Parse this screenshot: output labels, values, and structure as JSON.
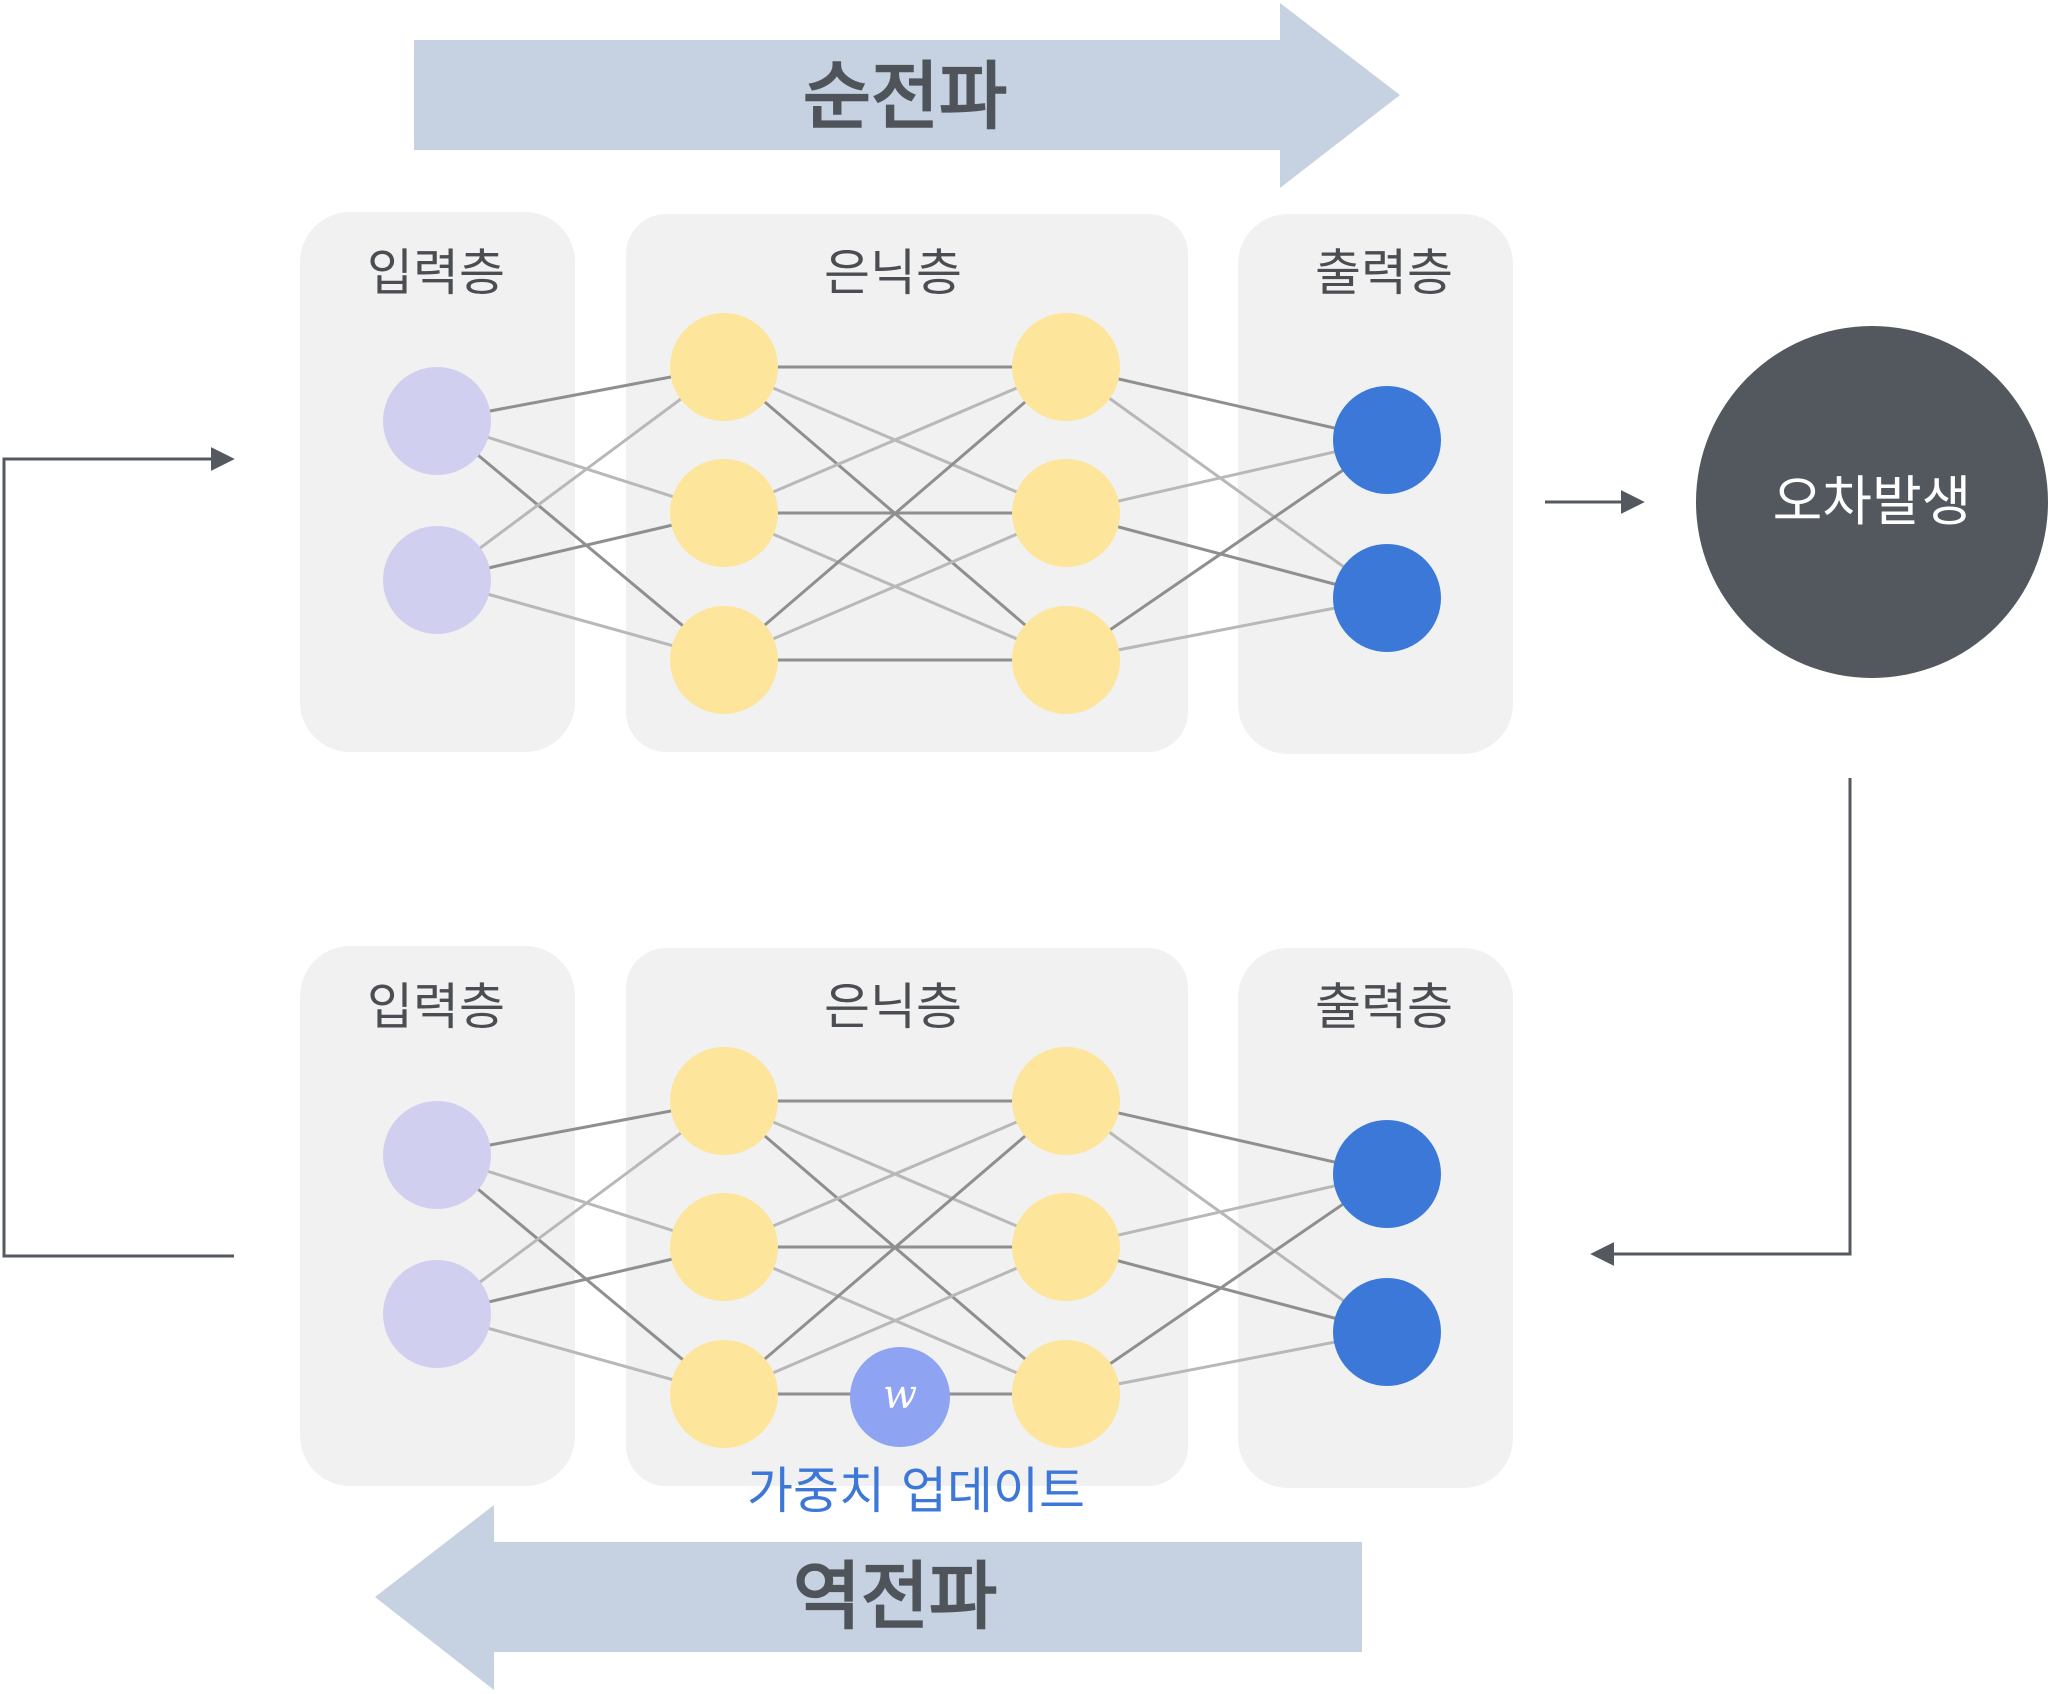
{
  "forward": {
    "label": "순전파"
  },
  "backward": {
    "label": "역전파"
  },
  "error": {
    "label": "오차발생"
  },
  "top_network": {
    "input_label": "입력층",
    "hidden_label": "은닉층",
    "output_label": "출력층"
  },
  "bottom_network": {
    "input_label": "입력층",
    "hidden_label": "은닉층",
    "output_label": "출력층"
  },
  "weight": {
    "symbol": "w",
    "caption": "가중치 업데이트"
  },
  "colors": {
    "arrow_band": "#c6d2e1",
    "panel": "#f1f1f1",
    "input_node": "#d1cff0",
    "hidden_node": "#fde59b",
    "output_node": "#3b78d8",
    "error_circle": "#53575e",
    "weight_node": "#8ea3f2",
    "connector": "#54585f",
    "edge": "#a6a6a6"
  }
}
